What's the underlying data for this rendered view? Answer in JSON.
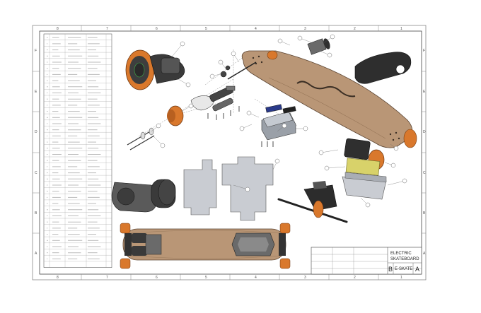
{
  "zones": {
    "top": [
      "8",
      "7",
      "6",
      "5",
      "4",
      "3",
      "2",
      "1"
    ],
    "bottom": [
      "8",
      "7",
      "6",
      "5",
      "4",
      "3",
      "2",
      "1"
    ],
    "left": [
      "F",
      "E",
      "D",
      "C",
      "B",
      "A"
    ],
    "right": [
      "F",
      "E",
      "D",
      "C",
      "B",
      "A"
    ]
  },
  "title_block": {
    "title_line1": "ELECTRIC",
    "title_line2": "SKATEBOARD",
    "size": "B",
    "dwg_no": "E-SKATE",
    "rev": "A"
  },
  "colors": {
    "wood": "#b99676",
    "wheel": "#d9782c",
    "motor_gray": "#4a4a4a",
    "bracket": "#c9ccd2",
    "battery": "#d8d26a"
  }
}
